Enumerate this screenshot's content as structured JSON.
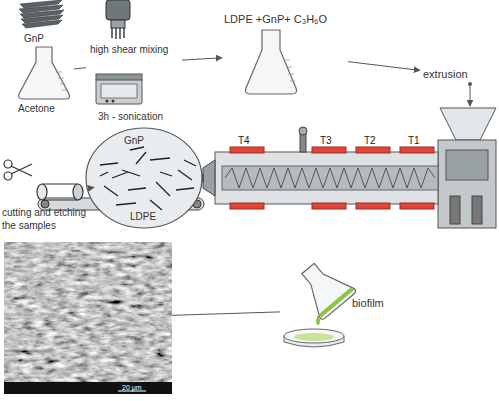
{
  "diagram": {
    "nodes": [
      {
        "text": [
          "GnP",
          "Acetone"
        ]
      },
      {
        "text": [
          "high shear mixing",
          "3h - sonication"
        ]
      },
      {
        "text": [
          "LDPE +GnP+ C₃H₆O"
        ]
      },
      {
        "text": [
          "extrusion"
        ]
      },
      {
        "text": [
          "GnP",
          "LDPE"
        ]
      },
      {
        "text": [
          "cutting and etching the samples"
        ]
      },
      {
        "text": [
          "20 μm"
        ]
      },
      {
        "text": [
          "biofilm"
        ]
      }
    ],
    "edges": [
      {
        "from": 0,
        "to": 1,
        "arrow": "none"
      },
      {
        "from": 1,
        "to": 2,
        "arrow": "to"
      },
      {
        "from": 2,
        "to": 3,
        "arrow": "to"
      },
      {
        "from": 4,
        "to": 5,
        "arrow": "to"
      },
      {
        "from": 7,
        "to": 6,
        "arrow": "none"
      }
    ],
    "labels": [
      "T4",
      "T3",
      "T2",
      "T1"
    ]
  }
}
